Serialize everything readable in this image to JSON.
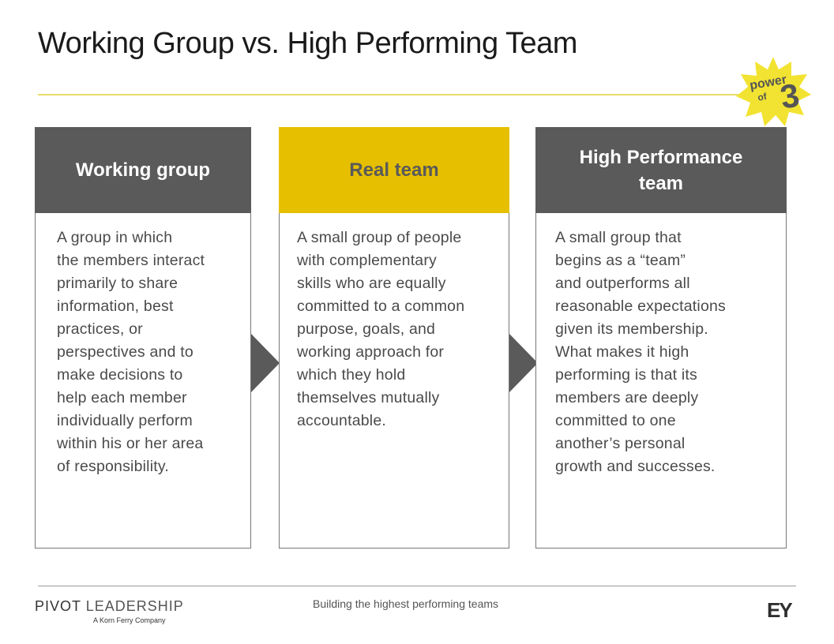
{
  "title": "Working Group vs. High Performing Team",
  "badge": {
    "word": "power",
    "of": "of",
    "number": "3"
  },
  "panels": [
    {
      "heading": "Working group",
      "body": "A group in which\nthe members interact\nprimarily to share\ninformation, best\npractices, or\nperspectives and to\nmake decisions to\nhelp each member\nindividually perform\nwithin his or her area\nof responsibility."
    },
    {
      "heading": "Real team",
      "body": "A small group of people\nwith complementary\nskills who are equally\ncommitted to a common\npurpose, goals, and\nworking approach for\nwhich they hold\nthemselves mutually\naccountable."
    },
    {
      "heading": "High Performance\nteam",
      "body": "A small group that\nbegins as a “team”\nand outperforms all\nreasonable expectations\ngiven its membership.\nWhat makes it high\nperforming is that its\nmembers are deeply\ncommitted to one\nanother’s personal\ngrowth and successes."
    }
  ],
  "footer": {
    "brand_bold": "PIVOT",
    "brand_light": "LEADERSHIP",
    "brand_sub": "A Korn Ferry Company",
    "tagline": "Building the highest performing teams",
    "logo": "EY"
  },
  "colors": {
    "accent_yellow": "#e6c000",
    "header_gray": "#5a5a5a",
    "rule_yellow": "#e8dc6a"
  }
}
